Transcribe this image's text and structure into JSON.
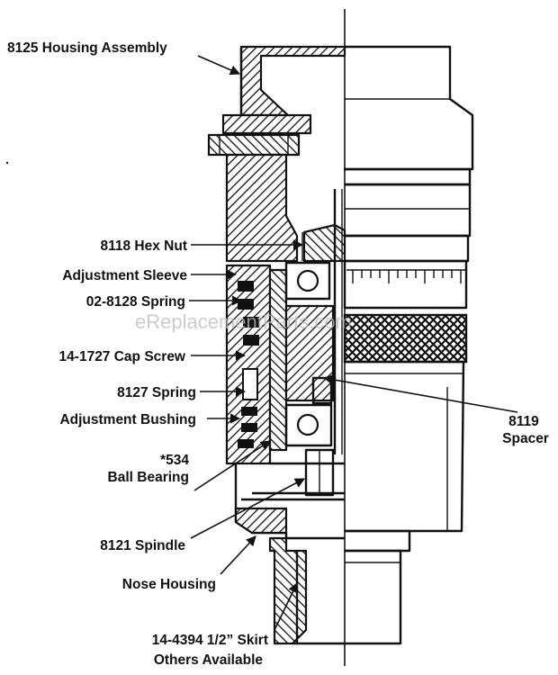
{
  "diagram": {
    "watermark": "eReplacementParts.com",
    "labels": {
      "housing_assembly": "8125 Housing Assembly",
      "hex_nut": "8118 Hex Nut",
      "adjustment_sleeve": "Adjustment Sleeve",
      "spring_8128": "02-8128 Spring",
      "cap_screw": "14-1727 Cap Screw",
      "spring_8127": "8127 Spring",
      "adjustment_bushing": "Adjustment Bushing",
      "ball_bearing_num": "*534",
      "ball_bearing_name": "Ball Bearing",
      "spindle": "8121 Spindle",
      "nose_housing": "Nose Housing",
      "skirt_line1": "14-4394  1/2” Skirt",
      "skirt_line2": "Others Available",
      "spacer_num": "8119",
      "spacer_name": "Spacer"
    }
  }
}
